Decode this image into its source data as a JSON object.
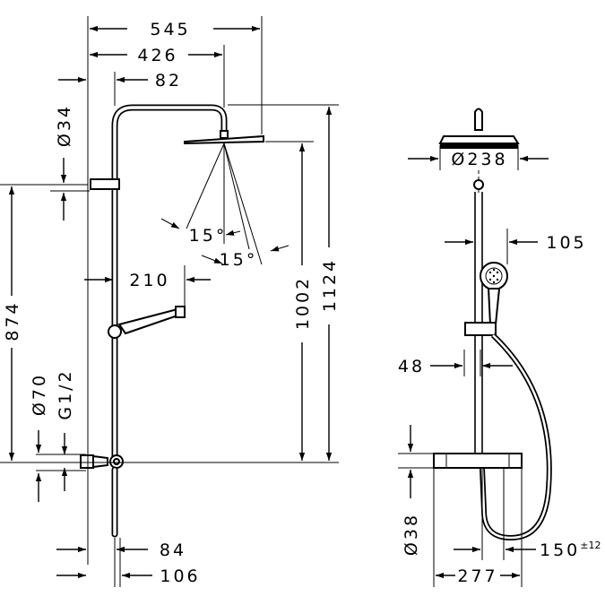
{
  "front_view": {
    "dims": {
      "w545": "545",
      "w426": "426",
      "w82": "82",
      "d34": "Ø34",
      "a15a": "15°",
      "a15b": "15°",
      "w210": "210",
      "h874": "874",
      "h1002": "1002",
      "h1124": "1124",
      "d70": "Ø70",
      "g12": "G1/2",
      "w84": "84",
      "w106": "106"
    }
  },
  "side_view": {
    "dims": {
      "d238": "Ø238",
      "w105": "105",
      "w48": "48",
      "d38": "Ø38",
      "w150": "150",
      "w150_tol": "±12",
      "w277": "277"
    }
  }
}
